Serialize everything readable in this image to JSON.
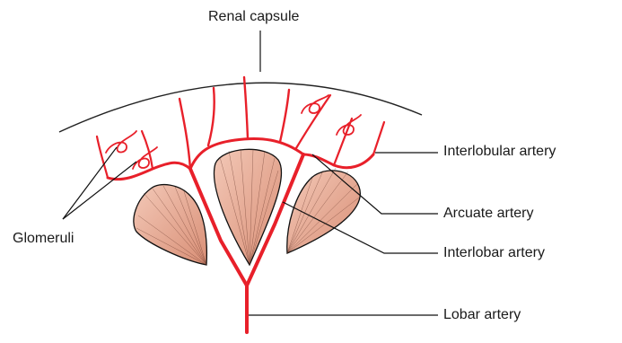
{
  "labels": {
    "renal_capsule": "Renal capsule",
    "interlobular_artery": "Interlobular artery",
    "arcuate_artery": "Arcuate artery",
    "interlobar_artery": "Interlobar artery",
    "lobar_artery": "Lobar artery",
    "glomeruli": "Glomeruli"
  },
  "colors": {
    "artery": "#e8202a",
    "pyramid_fill": "#e9b09a",
    "pyramid_stroke": "#111111",
    "capsule": "#222222"
  }
}
